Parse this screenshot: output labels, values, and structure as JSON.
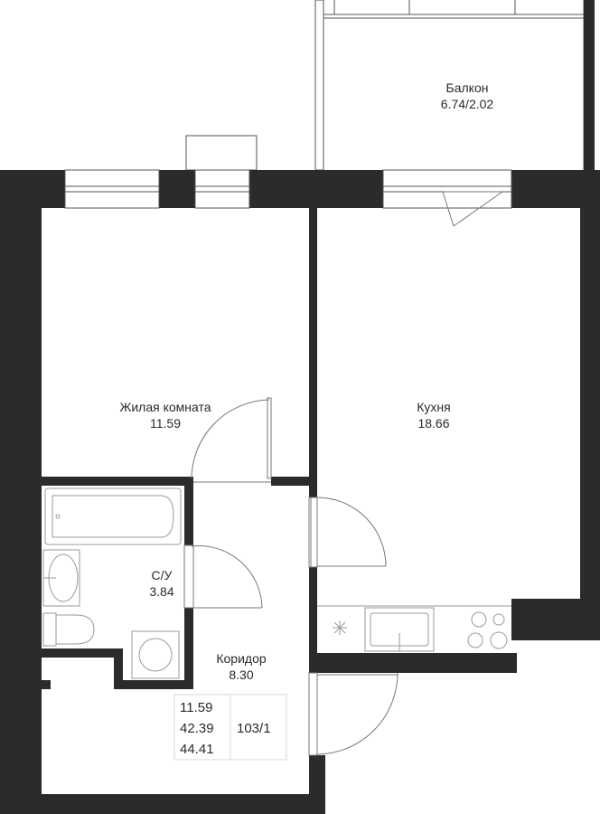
{
  "rooms": [
    {
      "name": "Балкон",
      "area": "6.74/2.02"
    },
    {
      "name": "Жилая комната",
      "area": "11.59"
    },
    {
      "name": "Кухня",
      "area": "18.66"
    },
    {
      "name": "С/У",
      "area": "3.84"
    },
    {
      "name": "Коридор",
      "area": "8.30"
    }
  ],
  "summary": {
    "living_area": "11.59",
    "total_area": "42.39",
    "total_with_balcony": "44.41",
    "apartment_number": "103/1"
  },
  "colors": {
    "wall": "#2b2b2b",
    "line": "#555555",
    "fixture": "#9a9a9a"
  }
}
